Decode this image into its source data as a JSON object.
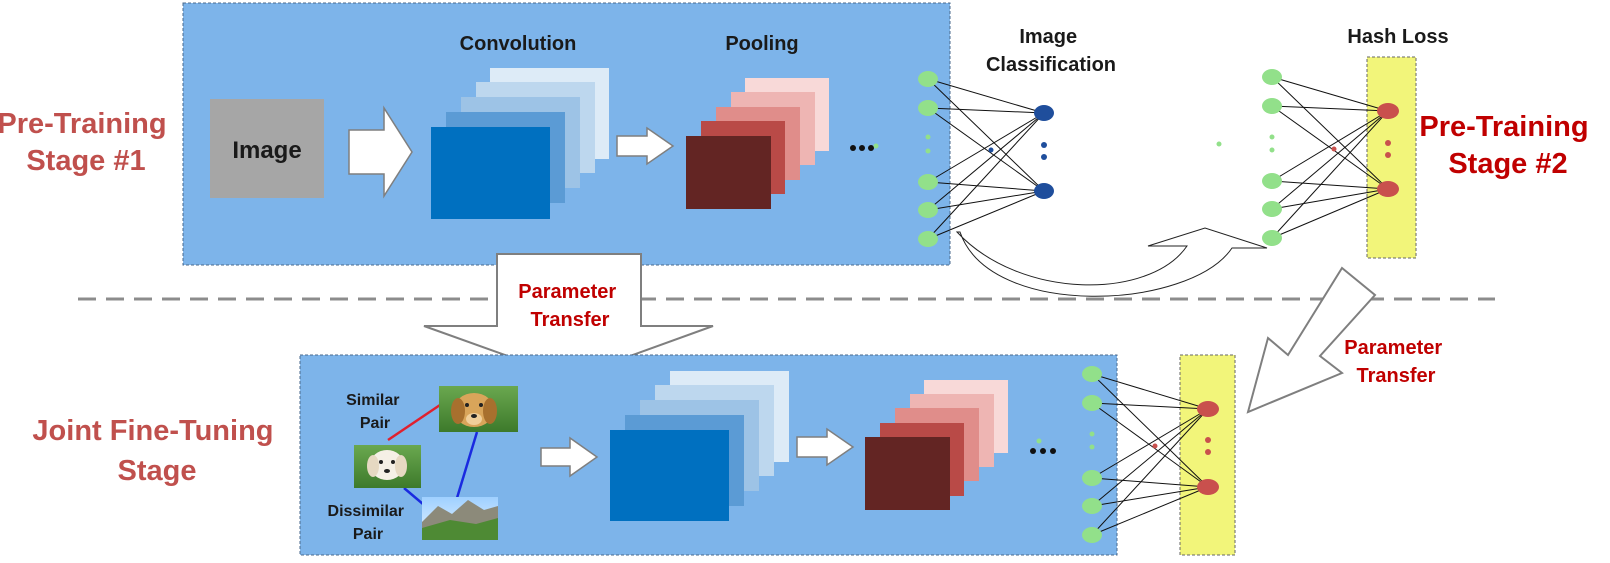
{
  "labels": {
    "stage1": [
      "Pre-Training",
      "Stage #1"
    ],
    "stage2": [
      "Pre-Training",
      "Stage #2"
    ],
    "joint": [
      "Joint Fine-Tuning",
      "Stage"
    ],
    "image": "Image",
    "convolution": "Convolution",
    "pooling": "Pooling",
    "classification": [
      "Image",
      "Classification"
    ],
    "hash_loss": "Hash Loss",
    "transfer_left": [
      "Parameter",
      "Transfer"
    ],
    "transfer_right": [
      "Parameter",
      "Transfer"
    ],
    "similar": [
      "Similar",
      "Pair"
    ],
    "dissimilar": [
      "Dissimilar",
      "Pair"
    ]
  },
  "colors": {
    "panel": "#7db4ea",
    "stage_label": "#c0504d",
    "stage_label_dark": "#c00000",
    "transfer_text": "#c00000",
    "neuron_green": "#92e08a",
    "neuron_blue": "#1f4e9c",
    "neuron_red": "#c9504d",
    "hash_box": "#f2f57a",
    "conv_layers": [
      "#ddebf7",
      "#bdd7ee",
      "#9dc3e6",
      "#5b9bd5",
      "#0070c0"
    ],
    "pool_layers": [
      "#f8d9d8",
      "#eeb5b3",
      "#e08d8a",
      "#b94a47",
      "#632523"
    ],
    "image_box": "#a6a6a6",
    "similar_line": "#e0202e",
    "dissimilar_line": "#1a2ae0"
  },
  "icons": {
    "photo_dog": "dog-photo-icon",
    "photo_puppy": "puppy-photo-icon",
    "photo_mountain": "mountain-photo-icon"
  }
}
